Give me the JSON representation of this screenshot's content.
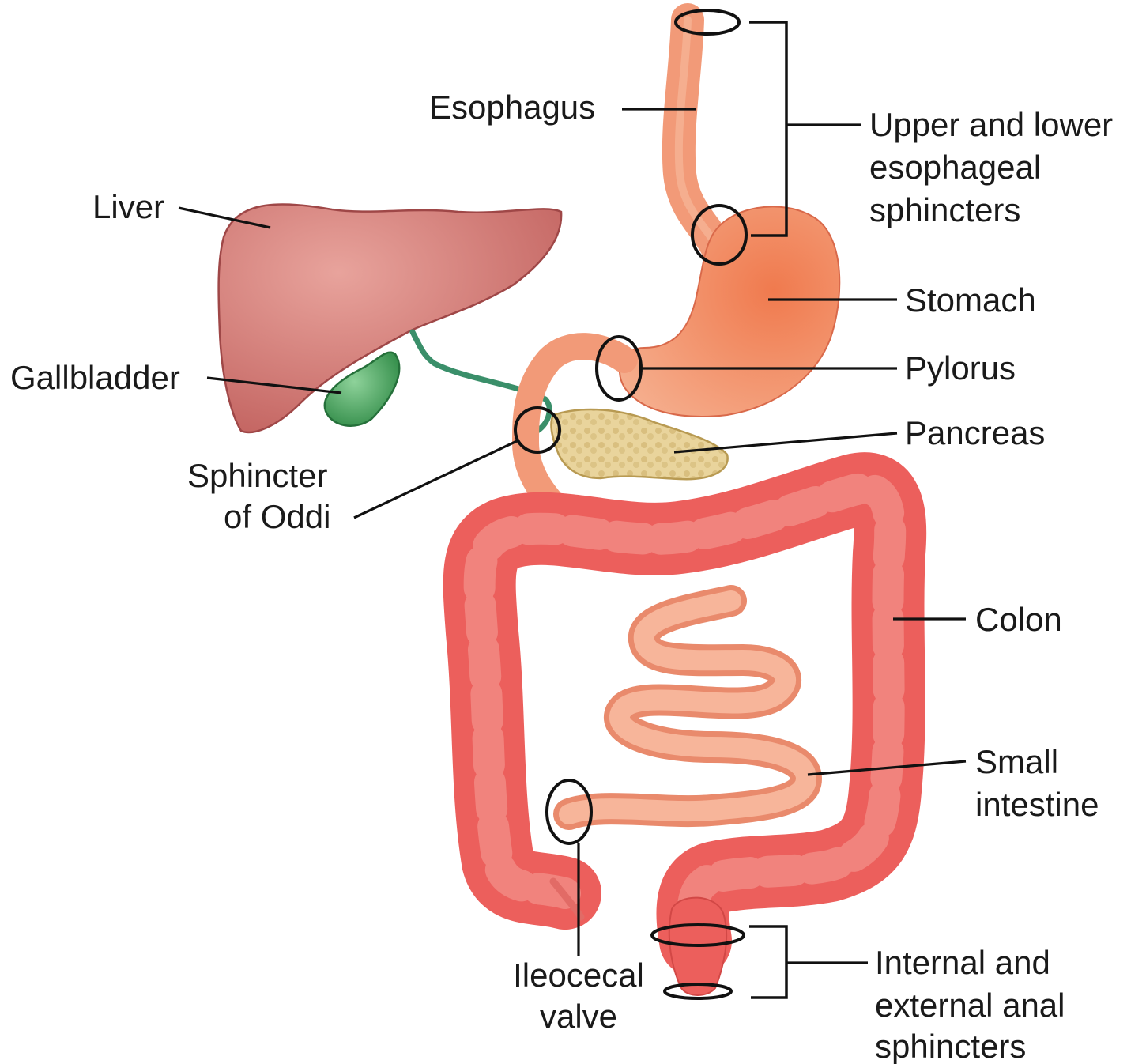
{
  "labels": {
    "esophagus": "Esophagus",
    "liver": "Liver",
    "gallbladder": "Gallbladder",
    "sphincter_oddi": [
      "Sphincter",
      "of Oddi"
    ],
    "esophageal_sphincters": [
      "Upper and lower",
      "esophageal",
      "sphincters"
    ],
    "stomach": "Stomach",
    "pylorus": "Pylorus",
    "pancreas": "Pancreas",
    "colon": "Colon",
    "small_intestine": [
      "Small",
      "intestine"
    ],
    "ileocecal_valve": [
      "Ileocecal",
      "valve"
    ],
    "anal_sphincters": [
      "Internal and",
      "external anal",
      "sphincters"
    ]
  },
  "colors": {
    "liver": "#c9706c",
    "gallbladder": "#3f9a55",
    "bile_duct": "#3a8f6a",
    "stomach": "#f08a63",
    "esophagus": "#f29a78",
    "pancreas": "#e6cf95",
    "colon": "#ec5f5c",
    "small_intestine": "#f4a282",
    "outline": "#111111"
  }
}
